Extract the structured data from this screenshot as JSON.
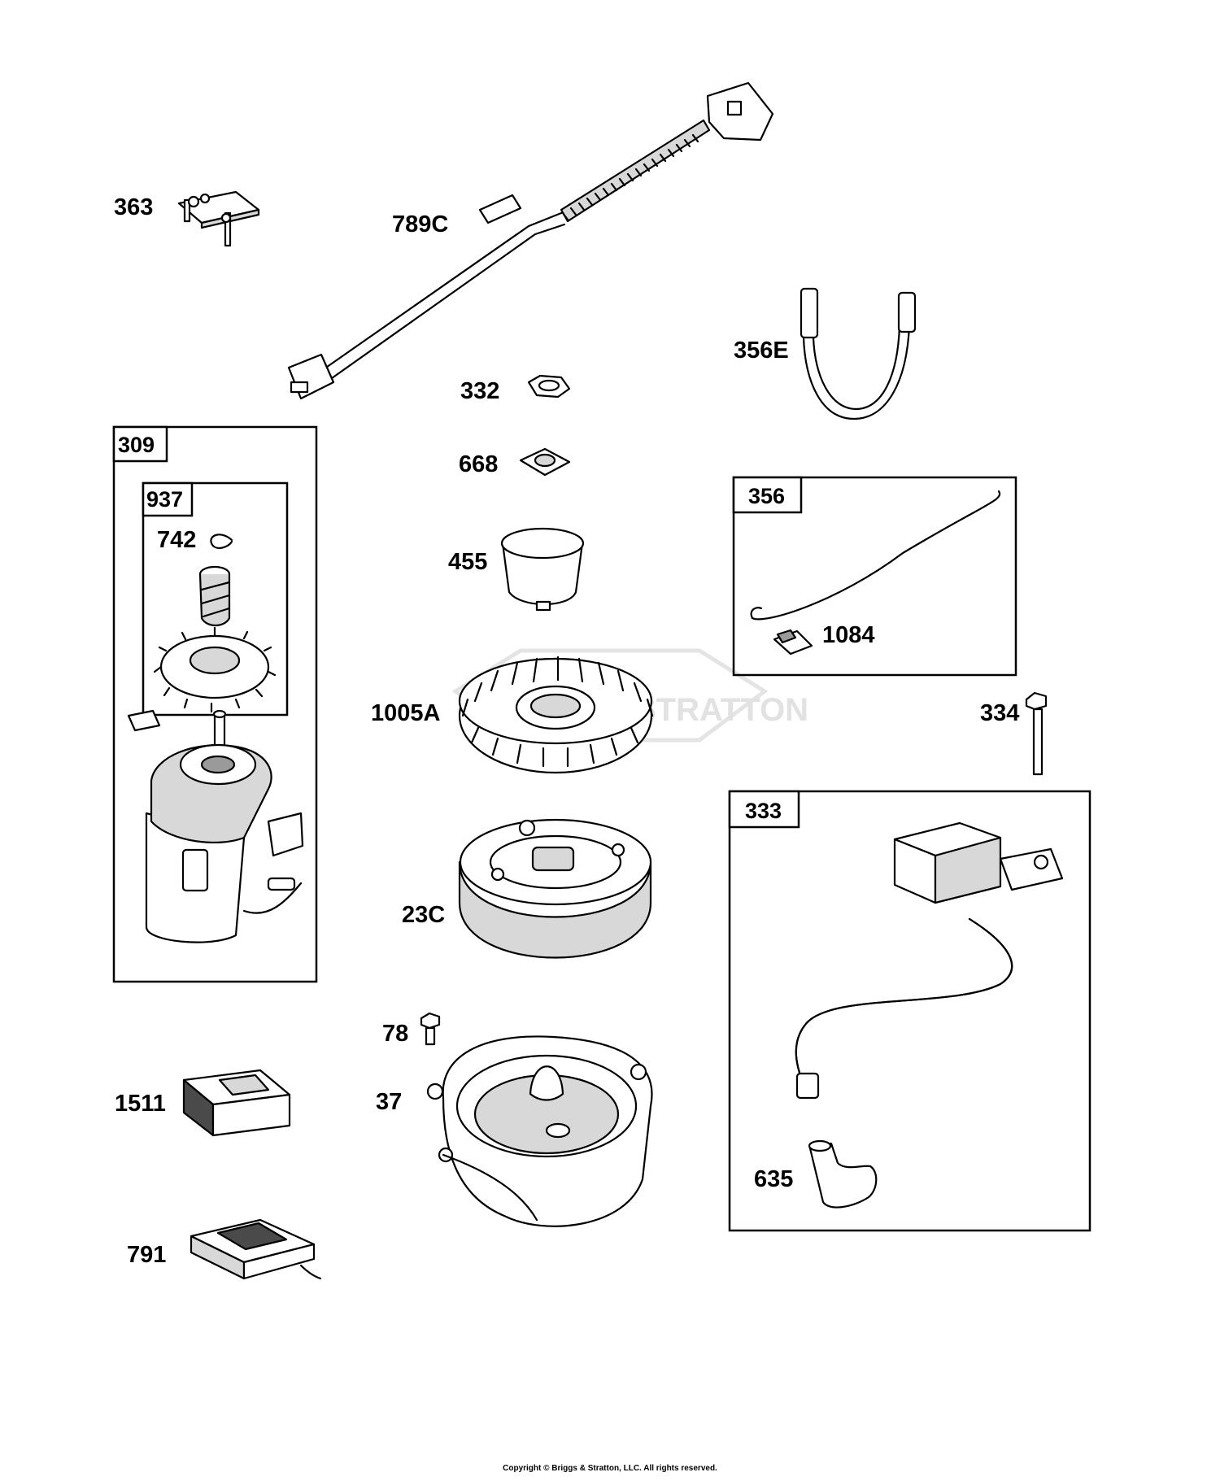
{
  "diagram": {
    "watermark": "STRATTON",
    "copyright": "Copyright © Briggs & Stratton, LLC. All rights reserved.",
    "groups": {
      "g309": "309",
      "g937": "937",
      "g356": "356",
      "g333": "333"
    },
    "labels": {
      "p363": "363",
      "p789C": "789C",
      "p356E": "356E",
      "p332": "332",
      "p668": "668",
      "p455": "455",
      "p742": "742",
      "p1084": "1084",
      "p1005A": "1005A",
      "p334": "334",
      "p23C": "23C",
      "p78": "78",
      "p1511": "1511",
      "p37": "37",
      "p791": "791",
      "p635": "635"
    }
  }
}
